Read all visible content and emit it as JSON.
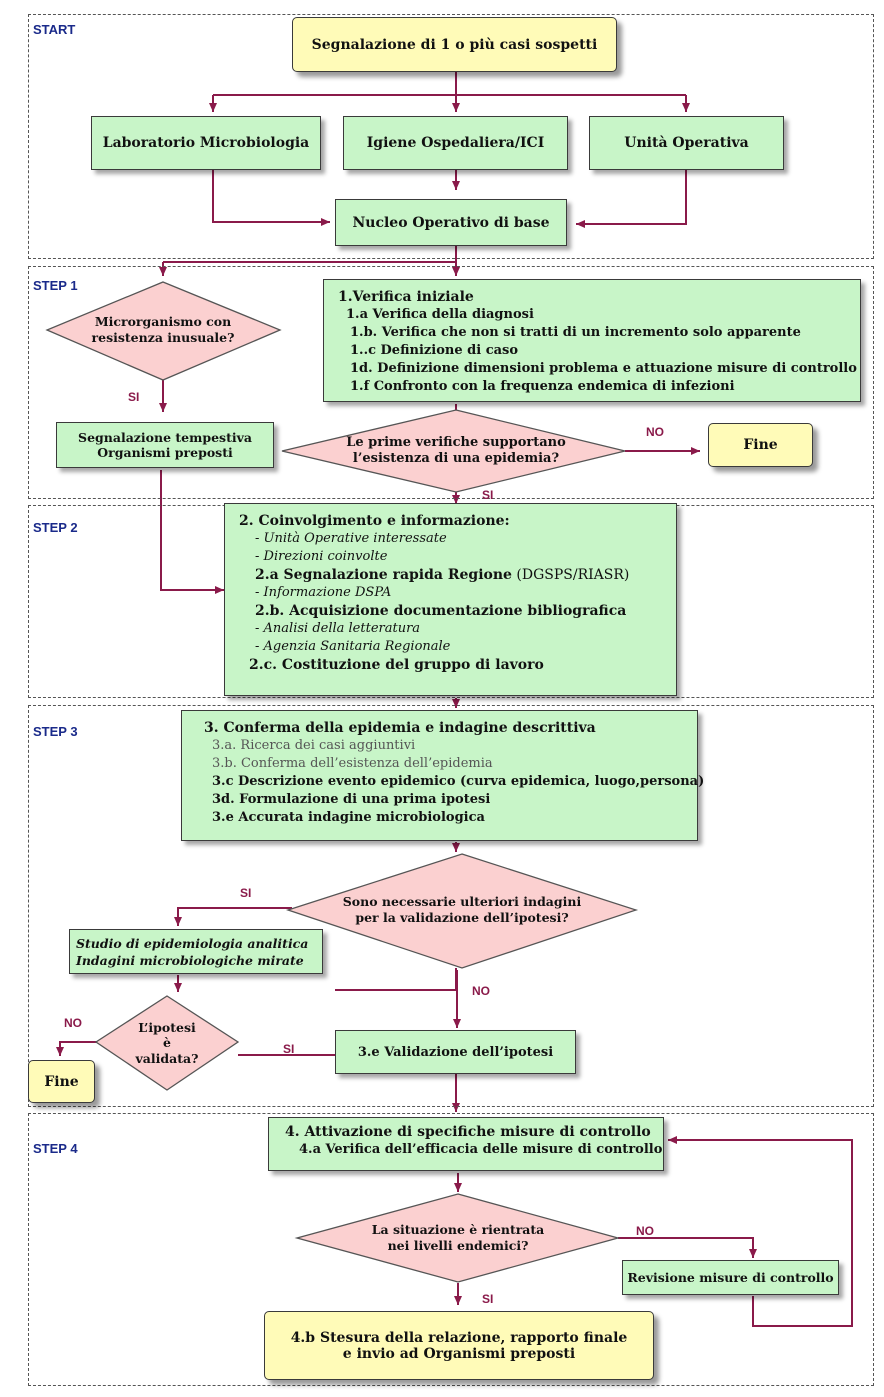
{
  "sections": {
    "start": "START",
    "step1": "STEP 1",
    "step2": "STEP 2",
    "step3": "STEP 3",
    "step4": "STEP 4"
  },
  "start": {
    "report": "Segnalazione  di 1 o più casi sospetti",
    "lab": "Laboratorio Microbiologia",
    "igiene": "Igiene Ospedaliera/ICI",
    "unita": "Unità Operativa",
    "nucleo": "Nucleo Operativo di base"
  },
  "step1": {
    "decision_micro_l1": "Microrganismo con",
    "decision_micro_l2": "resistenza inusuale?",
    "si": "SI",
    "segnalazione_l1": "Segnalazione tempestiva",
    "segnalazione_l2": "Organismi preposti",
    "verifica": {
      "title": "1.Verifica iniziale",
      "items": [
        "1.a Verifica della diagnosi",
        "1.b. Verifica che non si tratti di un incremento solo apparente",
        "1..c Definizione di caso",
        "1d. Definizione dimensioni problema e attuazione misure di controllo",
        "1.f Confronto con la frequenza endemica di infezioni"
      ]
    },
    "decision_epi_l1": "Le prime verifiche supportano",
    "decision_epi_l2": "l’esistenza di una epidemia?",
    "no": "NO",
    "fine": "Fine",
    "si_below": "SI"
  },
  "step2": {
    "title": "2. Coinvolgimento e informazione:",
    "sub1": "- Unità Operative interessate",
    "sub2": "- Direzioni coinvolte",
    "a_bold": "2.a Segnalazione rapida Regione",
    "a_rest": " (DGSPS/RIASR)",
    "a_sub": "-  Informazione DSPA",
    "b": "2.b. Acquisizione documentazione bibliografica",
    "b_sub1": "- Analisi della  letteratura",
    "b_sub2": "- Agenzia Sanitaria Regionale",
    "c": "2.c. Costituzione del  gruppo di lavoro"
  },
  "step3": {
    "title": "3. Conferma della epidemia e indagine descrittiva",
    "a": "3.a.  Ricerca dei casi aggiuntivi",
    "b": "3.b. Conferma dell’esistenza dell’epidemia",
    "c": "3.c  Descrizione evento epidemico (curva epidemica, luogo,persona)",
    "d": "3d.  Formulazione di una prima ipotesi",
    "e": "3.e  Accurata indagine microbiologica",
    "decision_l1": "Sono necessarie ulteriori indagini",
    "decision_l2": "per la validazione dell’ipotesi?",
    "si": "SI",
    "no": "NO",
    "studio_l1": "Studio di epidemiologia analitica",
    "studio_l2": "Indagini microbiologiche mirate",
    "ipotesi_l1": "L’ipotesi",
    "ipotesi_l2": "è",
    "ipotesi_l3": "validata?",
    "no_left": "NO",
    "si_right": "SI",
    "fine": "Fine",
    "validazione": "3.e Validazione dell’ipotesi"
  },
  "step4": {
    "misure": "4. Attivazione di specifiche misure di controllo",
    "verifica": "4.a  Verifica dell’efficacia delle misure di controllo",
    "decision_l1": "La situazione è rientrata",
    "decision_l2": "nei livelli endemici?",
    "no": "NO",
    "si": "SI",
    "revisione": "Revisione misure di controllo",
    "final_l1": "4.b Stesura della relazione,  rapporto finale",
    "final_l2": "e invio ad Organismi preposti"
  }
}
